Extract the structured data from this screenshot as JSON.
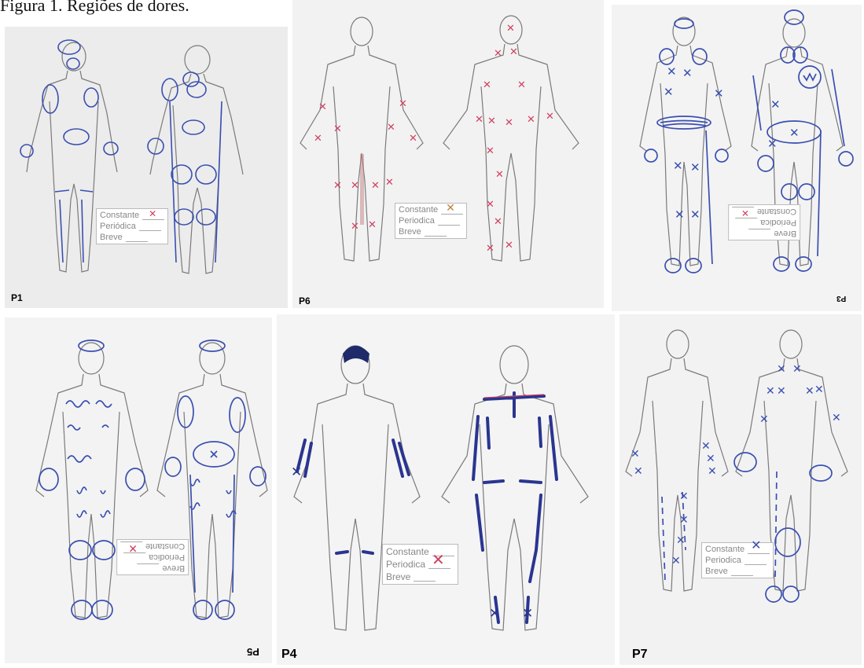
{
  "figure": {
    "caption": "Figura 1. Regiões de dores."
  },
  "legend": {
    "constante": "Constante",
    "periodica": "Periódica",
    "breve": "Breve"
  },
  "legend_variant": {
    "periodica": "Periodica"
  },
  "panels": [
    {
      "id": "P1",
      "label": "P1"
    },
    {
      "id": "P6",
      "label": "P6"
    },
    {
      "id": "P3",
      "label": "P3"
    },
    {
      "id": "P5",
      "label": "P5"
    },
    {
      "id": "P4",
      "label": "P4"
    },
    {
      "id": "P7",
      "label": "P7"
    }
  ],
  "colors": {
    "pen_blue": "#3a4fb0",
    "pen_red": "#d04060",
    "sketch": "#7a7a7a"
  }
}
